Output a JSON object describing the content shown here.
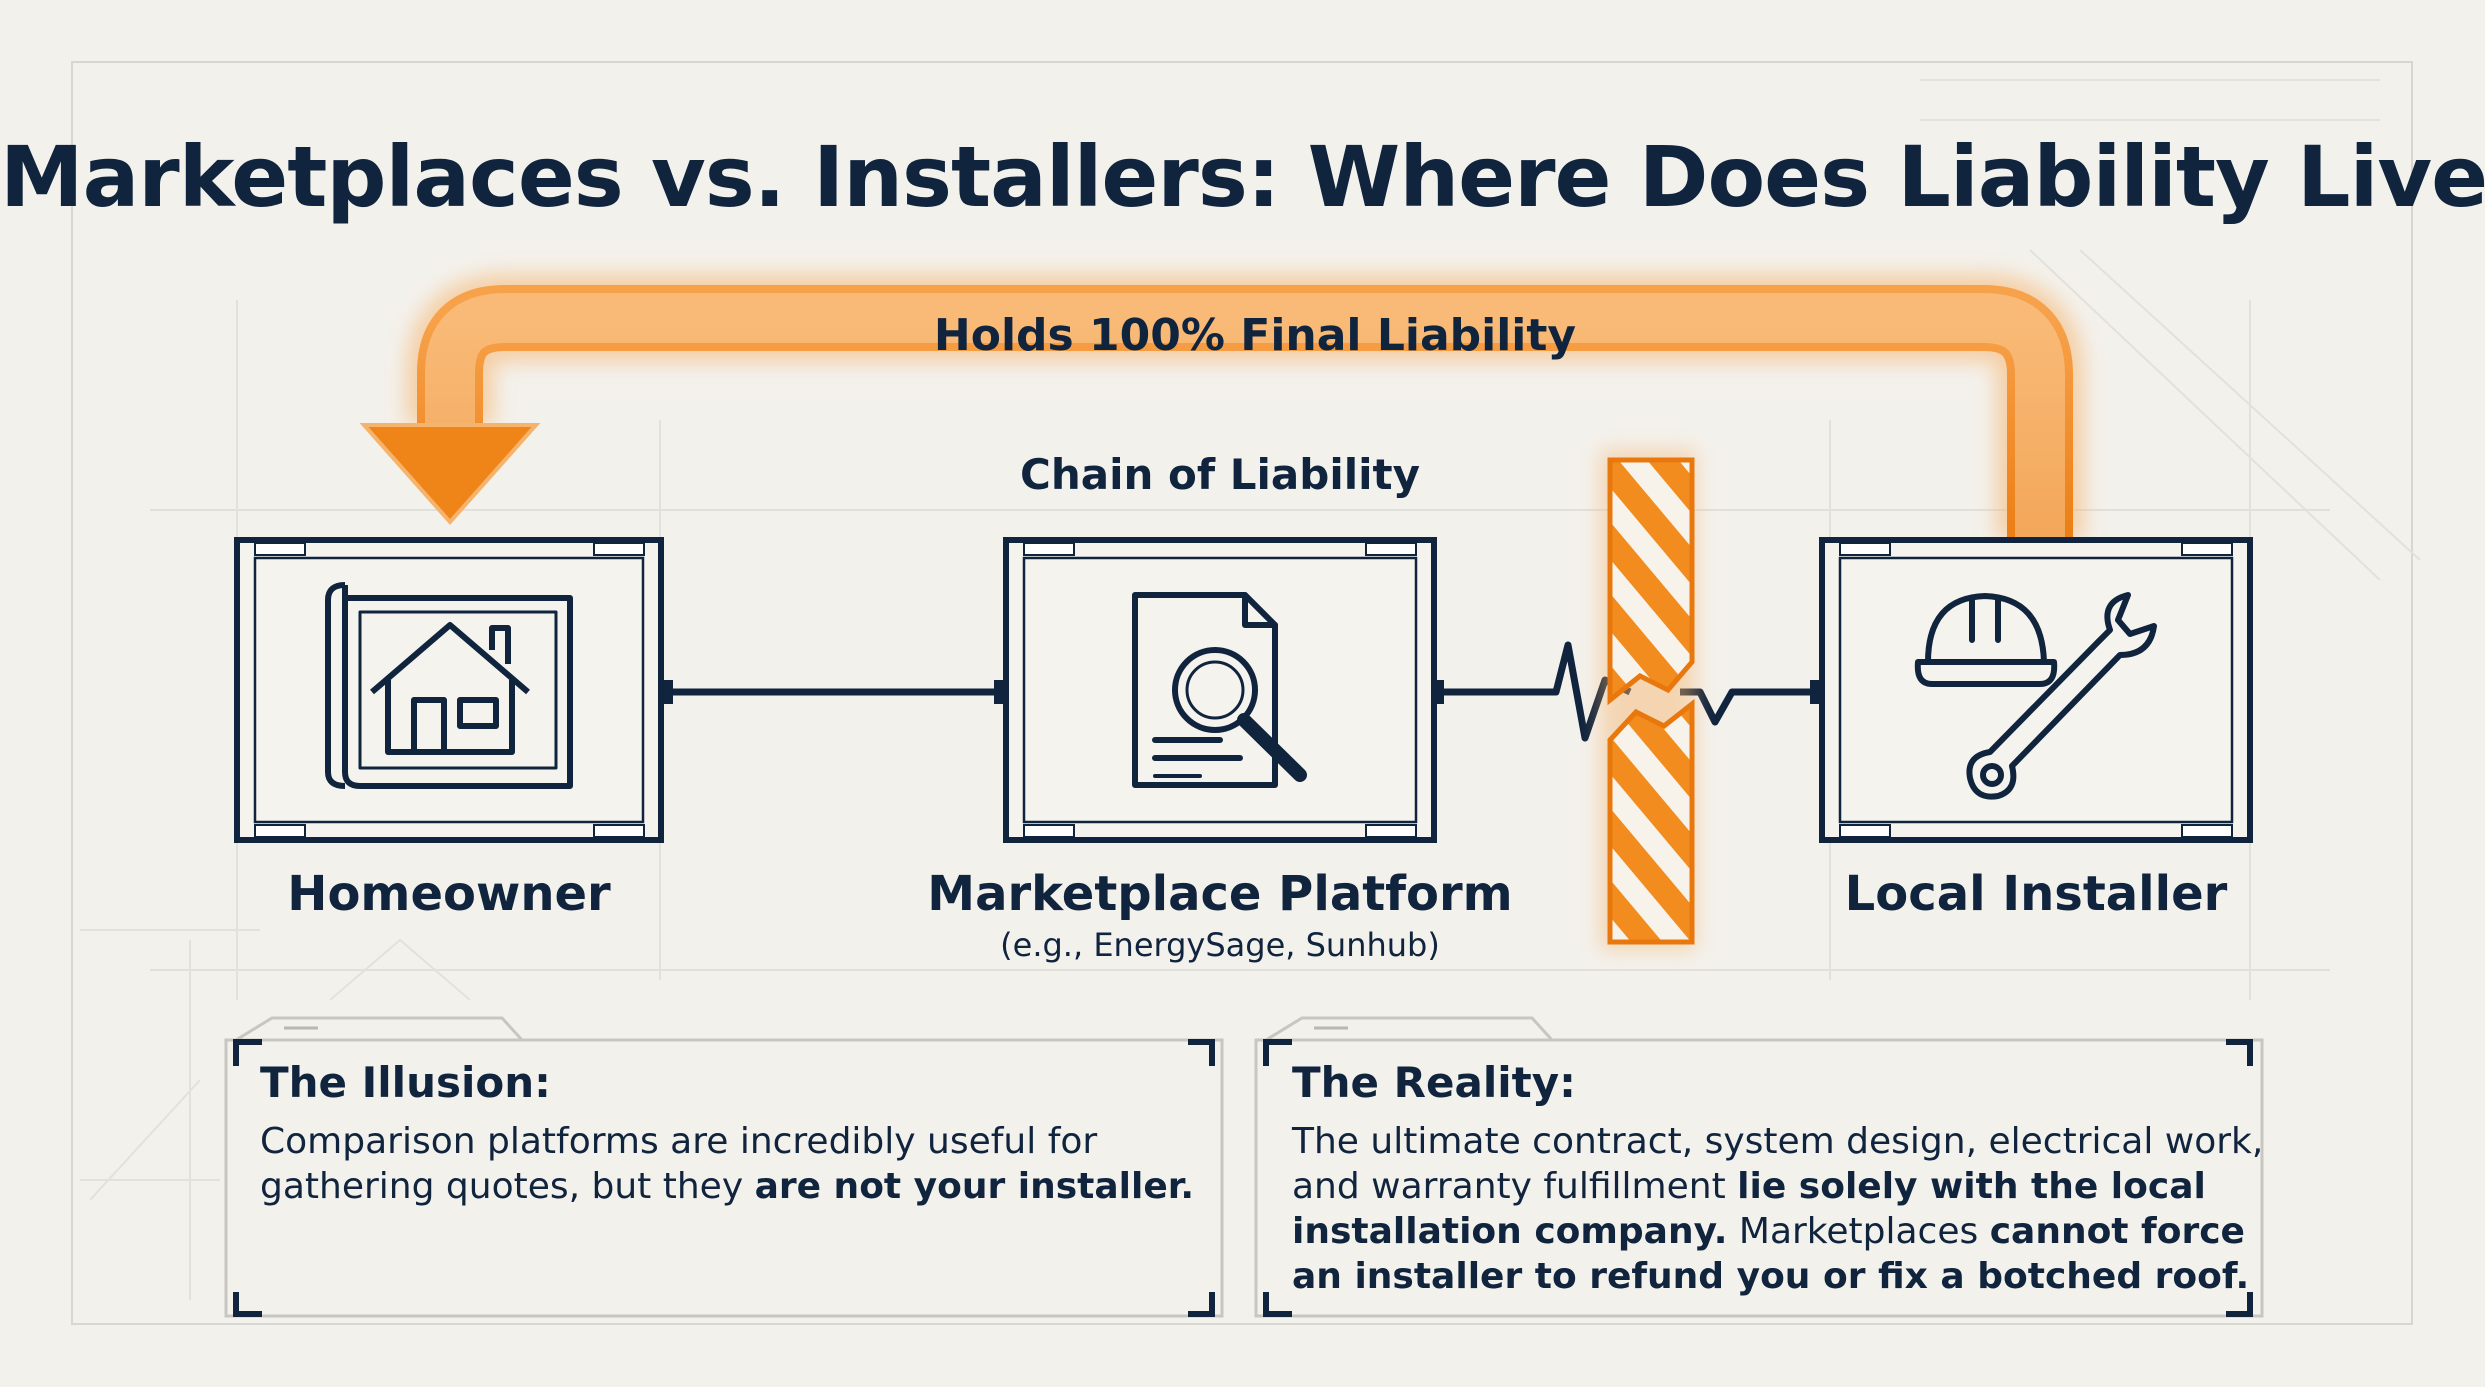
{
  "title": "Marketplaces vs. Installers: Where Does Liability Live?",
  "arrow_label": "Holds 100% Final Liability",
  "chain_label": "Chain of Liability",
  "nodes": {
    "homeowner": {
      "label": "Homeowner",
      "icon": "house-blueprint-icon"
    },
    "marketplace": {
      "label": "Marketplace Platform",
      "sublabel": "(e.g., EnergySage, Sunhub)",
      "icon": "document-magnifier-icon"
    },
    "installer": {
      "label": "Local Installer",
      "icon": "hardhat-wrench-icon"
    }
  },
  "illusion": {
    "heading": "The Illusion:",
    "text_1": "Comparison platforms are incredibly useful for gathering quotes, but they ",
    "bold_1": "are not your installer."
  },
  "reality": {
    "heading": "The Reality:",
    "text_1": "The ultimate contract, system design, electrical work, and warranty fulfillment ",
    "bold_1": "lie solely with the local installation company.",
    "text_2": " Marketplaces ",
    "bold_2": "cannot force an installer to refund you or fix a botched roof."
  },
  "colors": {
    "navy": "#10243e",
    "accent_orange": "#f28c1e",
    "background": "#f3f1ec"
  }
}
